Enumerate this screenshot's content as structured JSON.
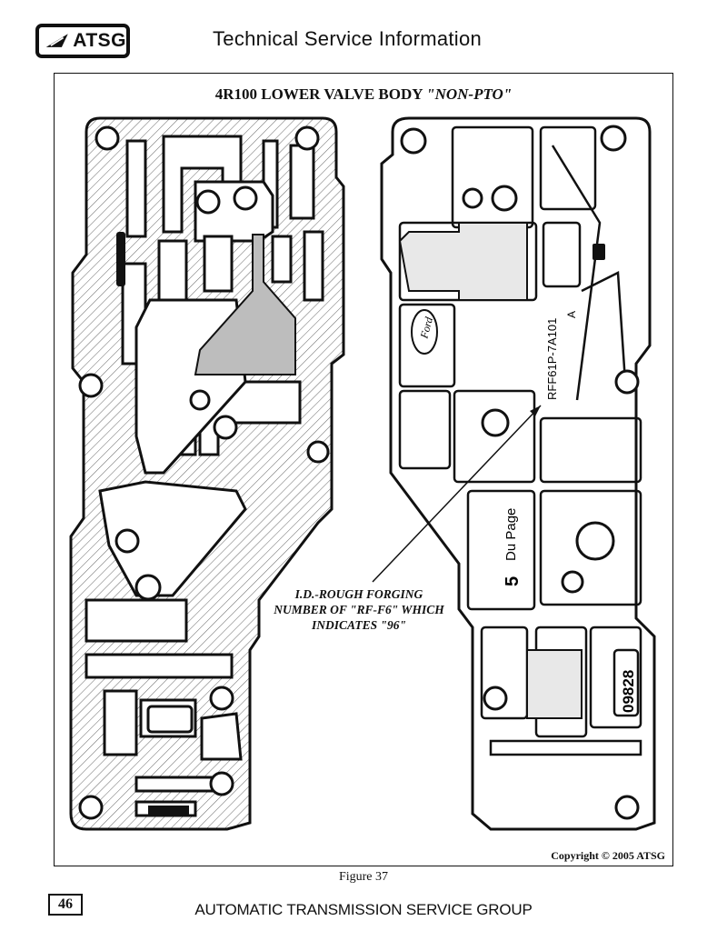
{
  "header": {
    "logo_text": "ATSG",
    "title": "Technical Service Information"
  },
  "figure": {
    "title_main": "4R100 LOWER VALVE BODY ",
    "title_emph": "\"NON-PTO\"",
    "callout_lines": [
      "I.D.-ROUGH FORGING",
      "NUMBER OF \"RF-F6\" WHICH",
      "INDICATES \"96\""
    ],
    "casting_part_number": "RFF61P-7A101",
    "casting_rev": "A",
    "casting_maker": "Du Page",
    "casting_cavity": "5",
    "casting_date_code": "09828",
    "brand_oval": "Ford",
    "copyright": "Copyright © 2005 ATSG",
    "caption": "Figure 37"
  },
  "footer": {
    "page_number": "46",
    "org": "AUTOMATIC TRANSMISSION SERVICE GROUP"
  }
}
